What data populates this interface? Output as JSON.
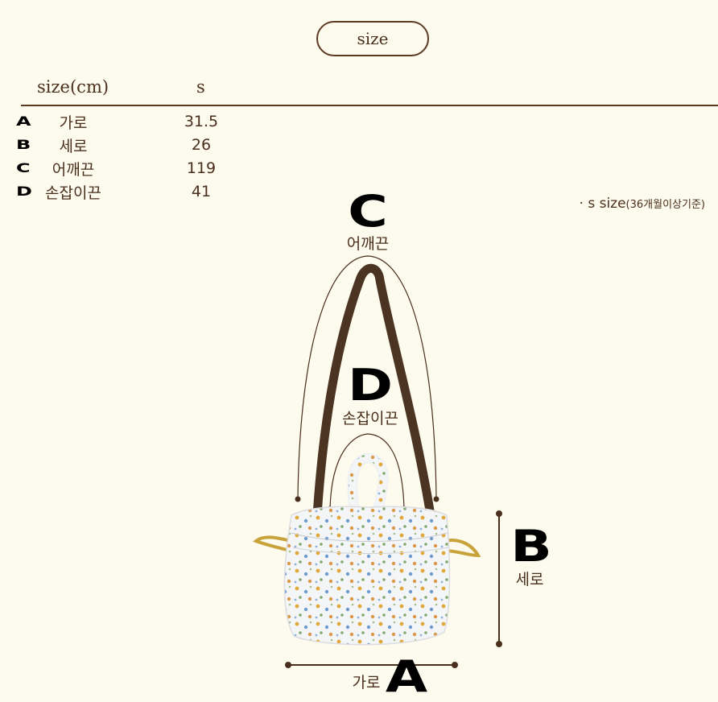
{
  "badge": "size",
  "table": {
    "header_label": "size(cm)",
    "header_size": "s",
    "rows": [
      {
        "letter": "A",
        "label": "가로",
        "value": "31.5"
      },
      {
        "letter": "B",
        "label": "세로",
        "value": "26"
      },
      {
        "letter": "C",
        "label": "어깨끈",
        "value": "119"
      },
      {
        "letter": "D",
        "label": "손잡이끈",
        "value": "41"
      }
    ]
  },
  "note": {
    "main": "· s size",
    "detail": "(36개월이상기준)"
  },
  "diagram": {
    "c": {
      "letter": "C",
      "label": "어깨끈"
    },
    "d": {
      "letter": "D",
      "label": "손잡이끈"
    },
    "b": {
      "letter": "B",
      "label": "세로"
    },
    "a": {
      "letter": "A",
      "label": "가로"
    }
  },
  "colors": {
    "background": "#fdfaee",
    "text": "#4a2f1c",
    "strap": "#4b3422",
    "drawstring": "#c8a23a"
  }
}
